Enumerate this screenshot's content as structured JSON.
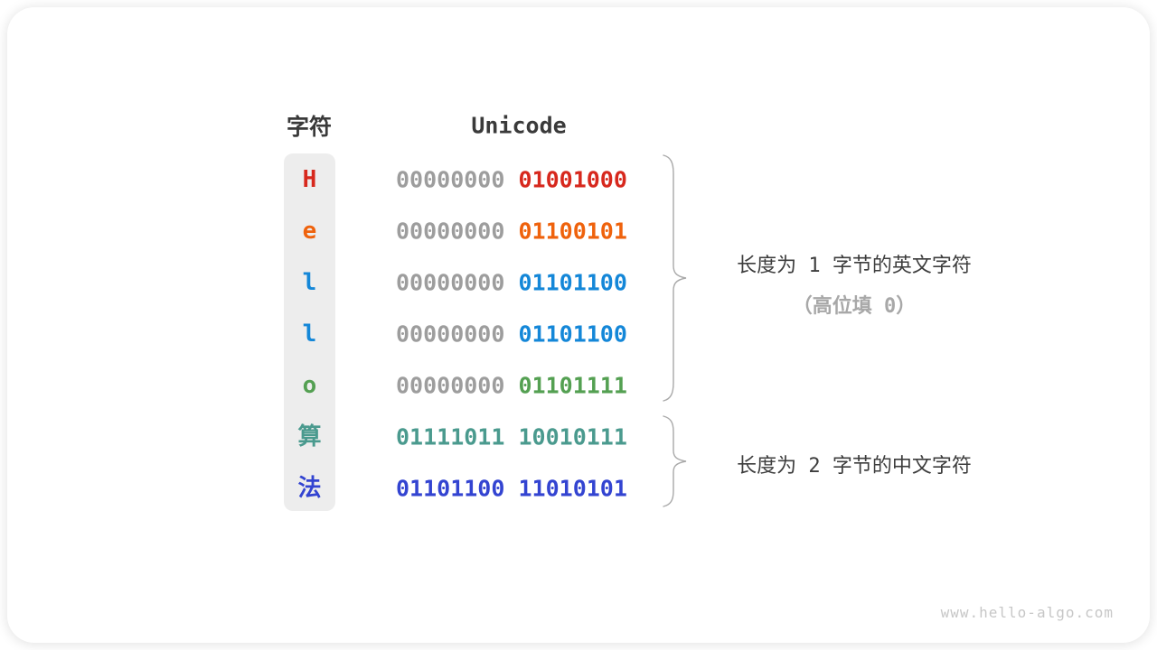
{
  "figure": {
    "header": {
      "char_col": "字符",
      "unicode_col": "Unicode"
    },
    "dim_color": "#9d9d9d",
    "rows": [
      {
        "char": "H",
        "byte1": "00000000",
        "byte2": "01001000",
        "color": "#d7281d",
        "byte1_dim": true
      },
      {
        "char": "e",
        "byte1": "00000000",
        "byte2": "01100101",
        "color": "#ef620c",
        "byte1_dim": true
      },
      {
        "char": "l",
        "byte1": "00000000",
        "byte2": "01101100",
        "color": "#1487d8",
        "byte1_dim": true
      },
      {
        "char": "l",
        "byte1": "00000000",
        "byte2": "01101100",
        "color": "#1487d8",
        "byte1_dim": true
      },
      {
        "char": "o",
        "byte1": "00000000",
        "byte2": "01101111",
        "color": "#54a052",
        "byte1_dim": true
      },
      {
        "char": "算",
        "byte1": "01111011",
        "byte2": "10010111",
        "color": "#4a9a8e",
        "byte1_dim": false
      },
      {
        "char": "法",
        "byte1": "01101100",
        "byte2": "11010101",
        "color": "#3344d1",
        "byte1_dim": false
      }
    ],
    "groups": [
      {
        "label_lines": [
          "长度为 1 字节的英文字符",
          "（高位填 0）"
        ]
      },
      {
        "label_lines": [
          "长度为 2 字节的中文字符"
        ]
      }
    ],
    "brace_color": "#a9a9a9",
    "watermark": "www.hello-algo.com"
  }
}
